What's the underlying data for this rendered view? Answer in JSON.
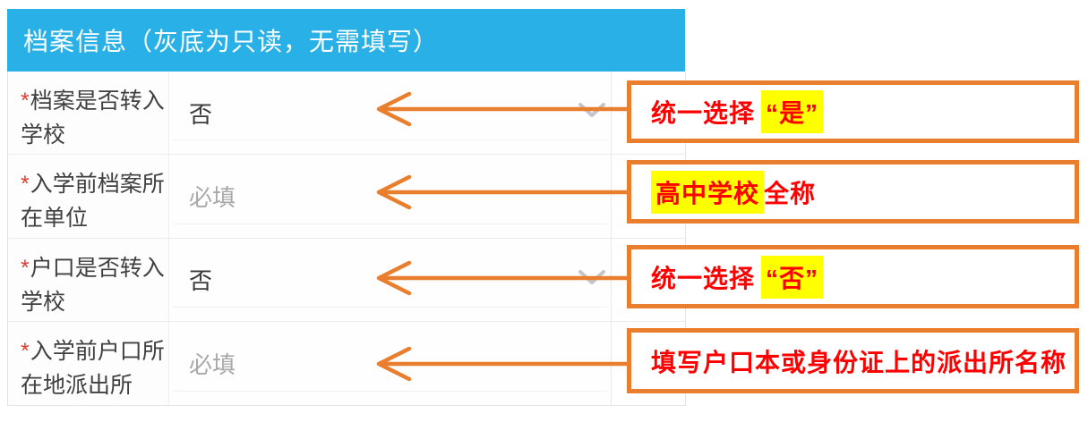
{
  "panel": {
    "header": {
      "title": "档案信息（灰底为只读，无需填写）"
    }
  },
  "form": {
    "required_marker": "*",
    "rows": [
      {
        "label": "档案是否转入学校",
        "required": true,
        "type": "select",
        "value": "否"
      },
      {
        "label": "入学前档案所在单位",
        "required": true,
        "type": "input",
        "placeholder": "必填"
      },
      {
        "label": "户口是否转入学校",
        "required": true,
        "type": "select",
        "value": "否"
      },
      {
        "label": "入学前户口所在地派出所",
        "required": true,
        "type": "input",
        "placeholder": "必填"
      }
    ]
  },
  "annotations": [
    {
      "segments": [
        {
          "text": "统一选择",
          "highlight": false
        },
        {
          "text": "“是”",
          "highlight": true
        }
      ]
    },
    {
      "segments": [
        {
          "text": "高中学校",
          "highlight": true
        },
        {
          "text": "全称",
          "highlight": false
        }
      ]
    },
    {
      "segments": [
        {
          "text": "统一选择",
          "highlight": false
        },
        {
          "text": "“否”",
          "highlight": true
        }
      ]
    },
    {
      "segments": [
        {
          "text": "填写户口本或身份证上的派出所名称",
          "highlight": false
        }
      ]
    }
  ],
  "icons": {
    "chevron_down": "chevron-down",
    "arrow_left": "arrow-left"
  },
  "colors": {
    "header_bg": "#29B0E6",
    "header_text": "#ffffff",
    "annotation_border": "#E87E2E",
    "arrow": "#E87E2E",
    "annotation_text": "#ff0000",
    "highlight": "#ffff00",
    "required_marker": "#e8382e",
    "placeholder_text": "#a9a9a9",
    "label_text": "#404040"
  }
}
